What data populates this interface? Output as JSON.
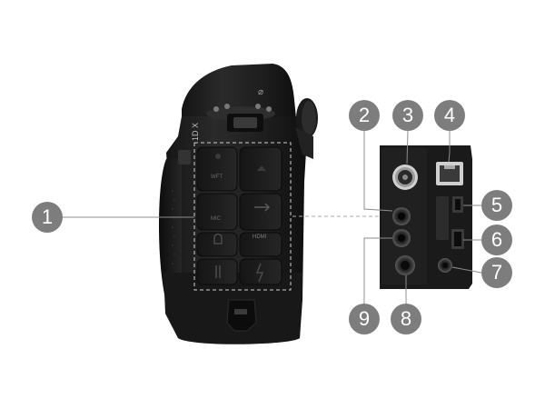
{
  "image": {
    "subject": "camera-body-side-view-with-terminal-covers",
    "accent_colors": {
      "callout_fill": "#7d7d7d",
      "callout_text": "#ffffff",
      "leader_line": "#8c8c8c",
      "camera_body": "#1c1c1c"
    }
  },
  "callouts": [
    {
      "number": "1"
    },
    {
      "number": "2"
    },
    {
      "number": "3"
    },
    {
      "number": "4"
    },
    {
      "number": "5"
    },
    {
      "number": "6"
    },
    {
      "number": "7"
    },
    {
      "number": "8"
    },
    {
      "number": "9"
    }
  ],
  "camera_markings": {
    "top_label": "1D X",
    "cover_wft": "WFT",
    "cover_mic": "MIC",
    "cover_hdmi": "HDMI"
  }
}
